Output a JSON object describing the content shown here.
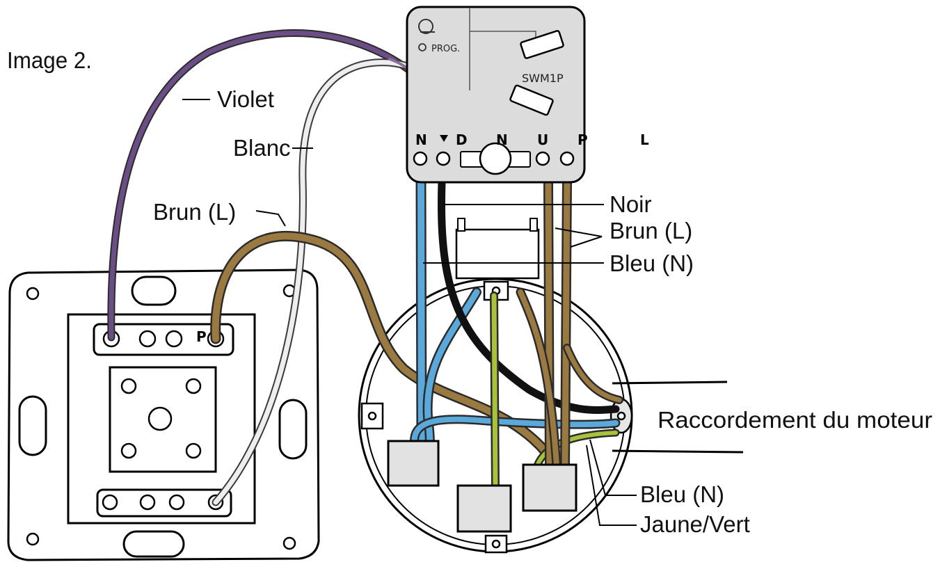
{
  "title": "Image 2.",
  "module": {
    "prog_label": "PROG.",
    "model": "SWM1P",
    "terminals": [
      "N",
      "D",
      "N",
      "U",
      "P",
      "L"
    ]
  },
  "switch": {
    "terminal": "P"
  },
  "labels": {
    "violet": "Violet",
    "blanc": "Blanc",
    "brun_left": "Brun (L)",
    "noir": "Noir",
    "brun_right": "Brun (L)",
    "bleu_top": "Bleu (N)",
    "raccordement": "Raccordement du moteur",
    "bleu_bottom": "Bleu (N)",
    "jaune_vert": "Jaune/Vert"
  },
  "colors": {
    "violet": "#6b4e86",
    "white_wire": "#e8e8ea",
    "brown": "#9b7a42",
    "blue": "#5aa9da",
    "black": "#111111",
    "green_yellow": "#a8c23c",
    "module_fill": "#dcdcdc"
  }
}
